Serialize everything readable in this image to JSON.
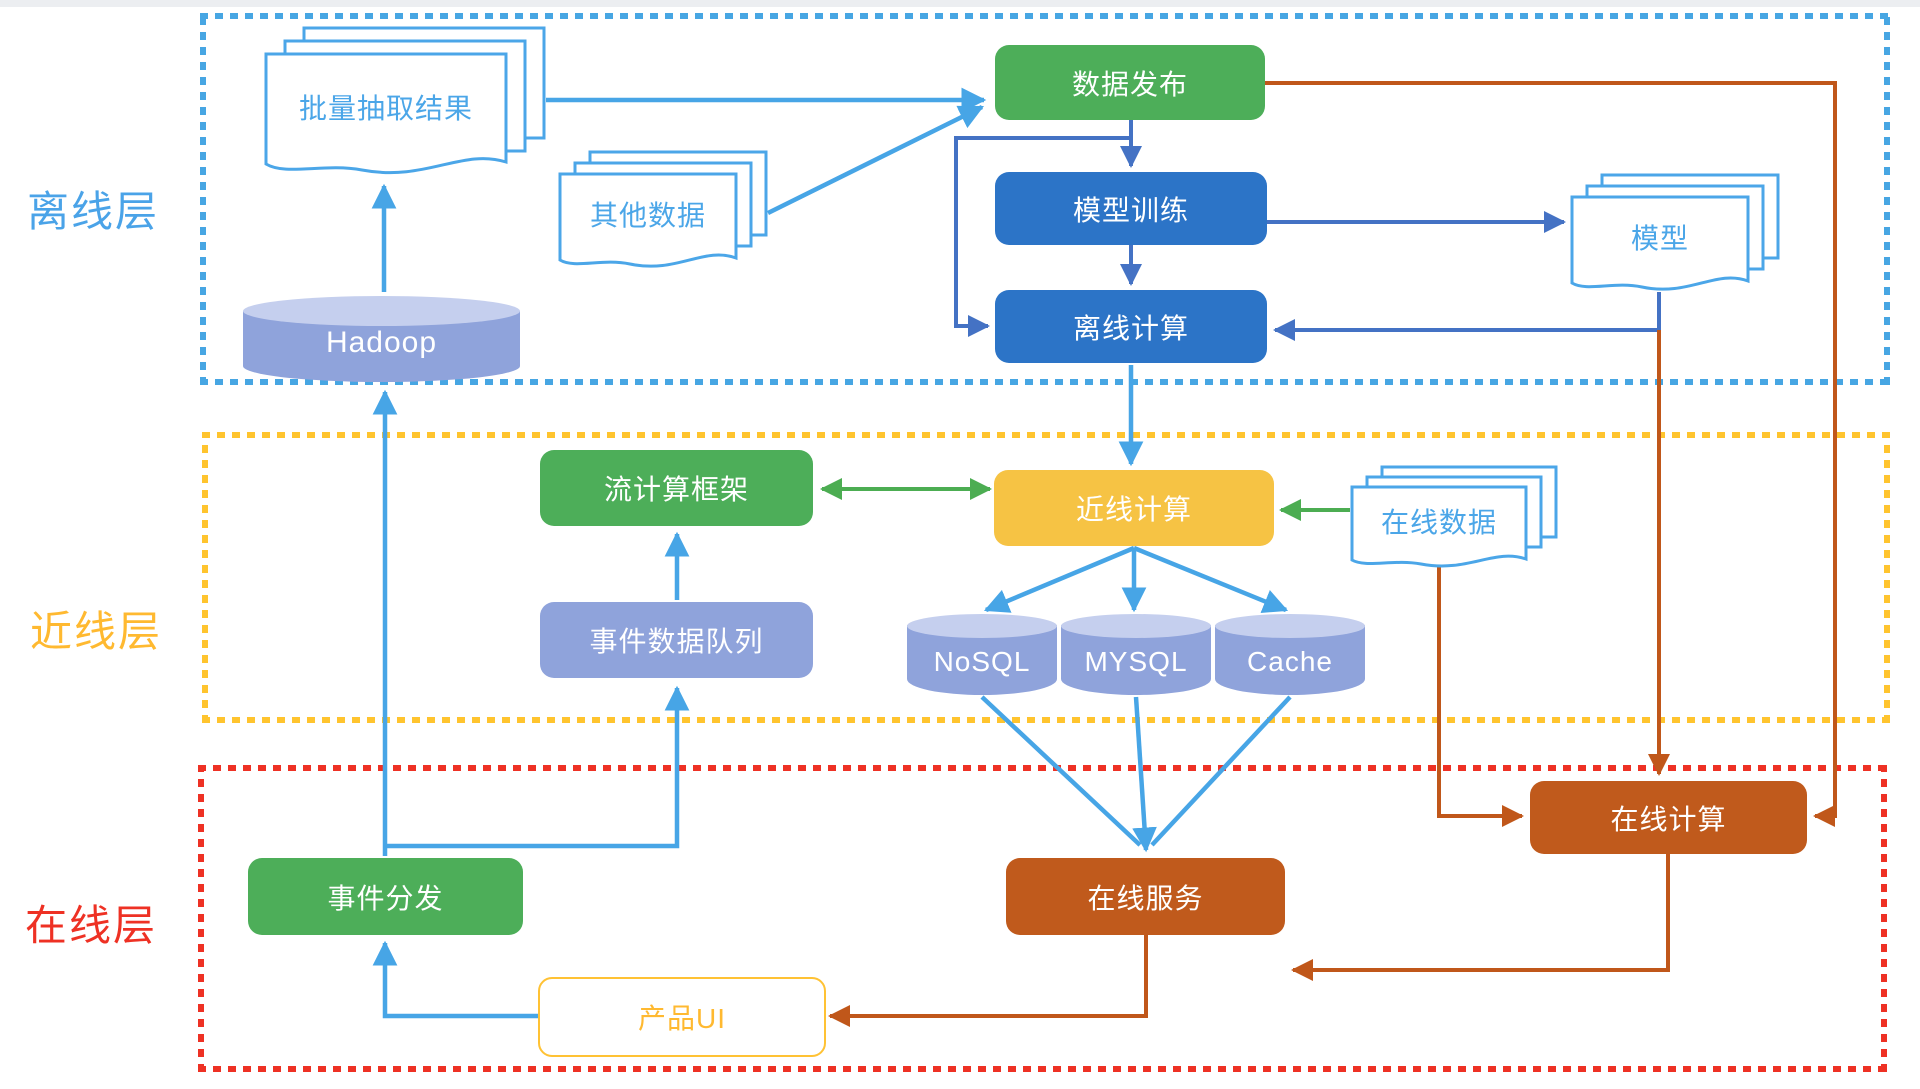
{
  "layers": {
    "offline": {
      "label": "离线层",
      "border_color": "#47a6e3",
      "label_color": "#4aa3e8"
    },
    "nearline": {
      "label": "近线层",
      "border_color": "#ffc42e",
      "label_color": "#ffb930"
    },
    "online": {
      "label": "在线层",
      "border_color": "#ee3124",
      "label_color": "#ee3124"
    }
  },
  "nodes": {
    "batch_results": {
      "label": "批量抽取结果",
      "type": "document-stack"
    },
    "other_data": {
      "label": "其他数据",
      "type": "document-stack"
    },
    "model_doc": {
      "label": "模型",
      "type": "document-stack"
    },
    "online_data": {
      "label": "在线数据",
      "type": "document-stack"
    },
    "data_publish": {
      "label": "数据发布",
      "type": "process",
      "color": "#4dae59"
    },
    "model_training": {
      "label": "模型训练",
      "type": "process",
      "color": "#2c74c7"
    },
    "offline_compute": {
      "label": "离线计算",
      "type": "process",
      "color": "#2c74c7"
    },
    "hadoop": {
      "label": "Hadoop",
      "type": "database-cylinder",
      "color": "#8fa3db"
    },
    "stream_framework": {
      "label": "流计算框架",
      "type": "process",
      "color": "#4dae59"
    },
    "nearline_compute": {
      "label": "近线计算",
      "type": "process",
      "color": "#f6c344"
    },
    "event_queue": {
      "label": "事件数据队列",
      "type": "process",
      "color": "#8fa3db"
    },
    "nosql": {
      "label": "NoSQL",
      "type": "database-cylinder",
      "color": "#8fa3db"
    },
    "mysql": {
      "label": "MYSQL",
      "type": "database-cylinder",
      "color": "#8fa3db"
    },
    "cache": {
      "label": "Cache",
      "type": "database-cylinder",
      "color": "#8fa3db"
    },
    "online_compute": {
      "label": "在线计算",
      "type": "process",
      "color": "#c05a1c"
    },
    "event_dispatch": {
      "label": "事件分发",
      "type": "process",
      "color": "#4dae59"
    },
    "online_service": {
      "label": "在线服务",
      "type": "process",
      "color": "#c05a1c"
    },
    "product_ui": {
      "label": "产品UI",
      "type": "process",
      "color": "#ffffff"
    }
  },
  "connector_colors": {
    "light_blue": "#47a5e6",
    "dark_blue": "#4472c4",
    "green": "#4cad52",
    "brown": "#c0571a"
  }
}
